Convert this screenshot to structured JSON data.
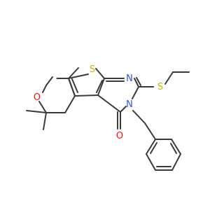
{
  "molecule": {
    "bond_color": "#3a3a3a",
    "colors": {
      "oxygen": "#ff0d0d",
      "sulfur": "#c8b400",
      "nitrogen": "#3050f8"
    },
    "atoms": {
      "ring_oxygen": "O",
      "carbonyl_oxygen": "O",
      "thiophene_sulfur": "S",
      "thioether_sulfur": "S",
      "imine_nitrogen": "N",
      "amide_nitrogen": "N"
    }
  }
}
